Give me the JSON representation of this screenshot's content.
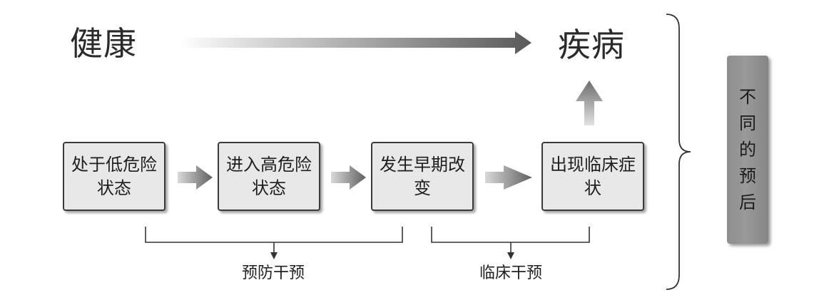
{
  "header": {
    "left_word": "健康",
    "right_word": "疾病"
  },
  "stages": [
    {
      "label": "处于低危险状态"
    },
    {
      "label": "进入高危险状态"
    },
    {
      "label": "发生早期改变"
    },
    {
      "label": "出现临床症状"
    }
  ],
  "interventions": [
    {
      "label": "预防干预"
    },
    {
      "label": "临床干预"
    }
  ],
  "prognosis": {
    "label": "不同的预后"
  },
  "colors": {
    "arrow_dark": "#5c5c5c",
    "arrow_light": "#dedede",
    "box_fill": "#e8e8e8",
    "box_border": "#3a3a3a",
    "prognosis_fill": "#949494",
    "line": "#333333"
  }
}
